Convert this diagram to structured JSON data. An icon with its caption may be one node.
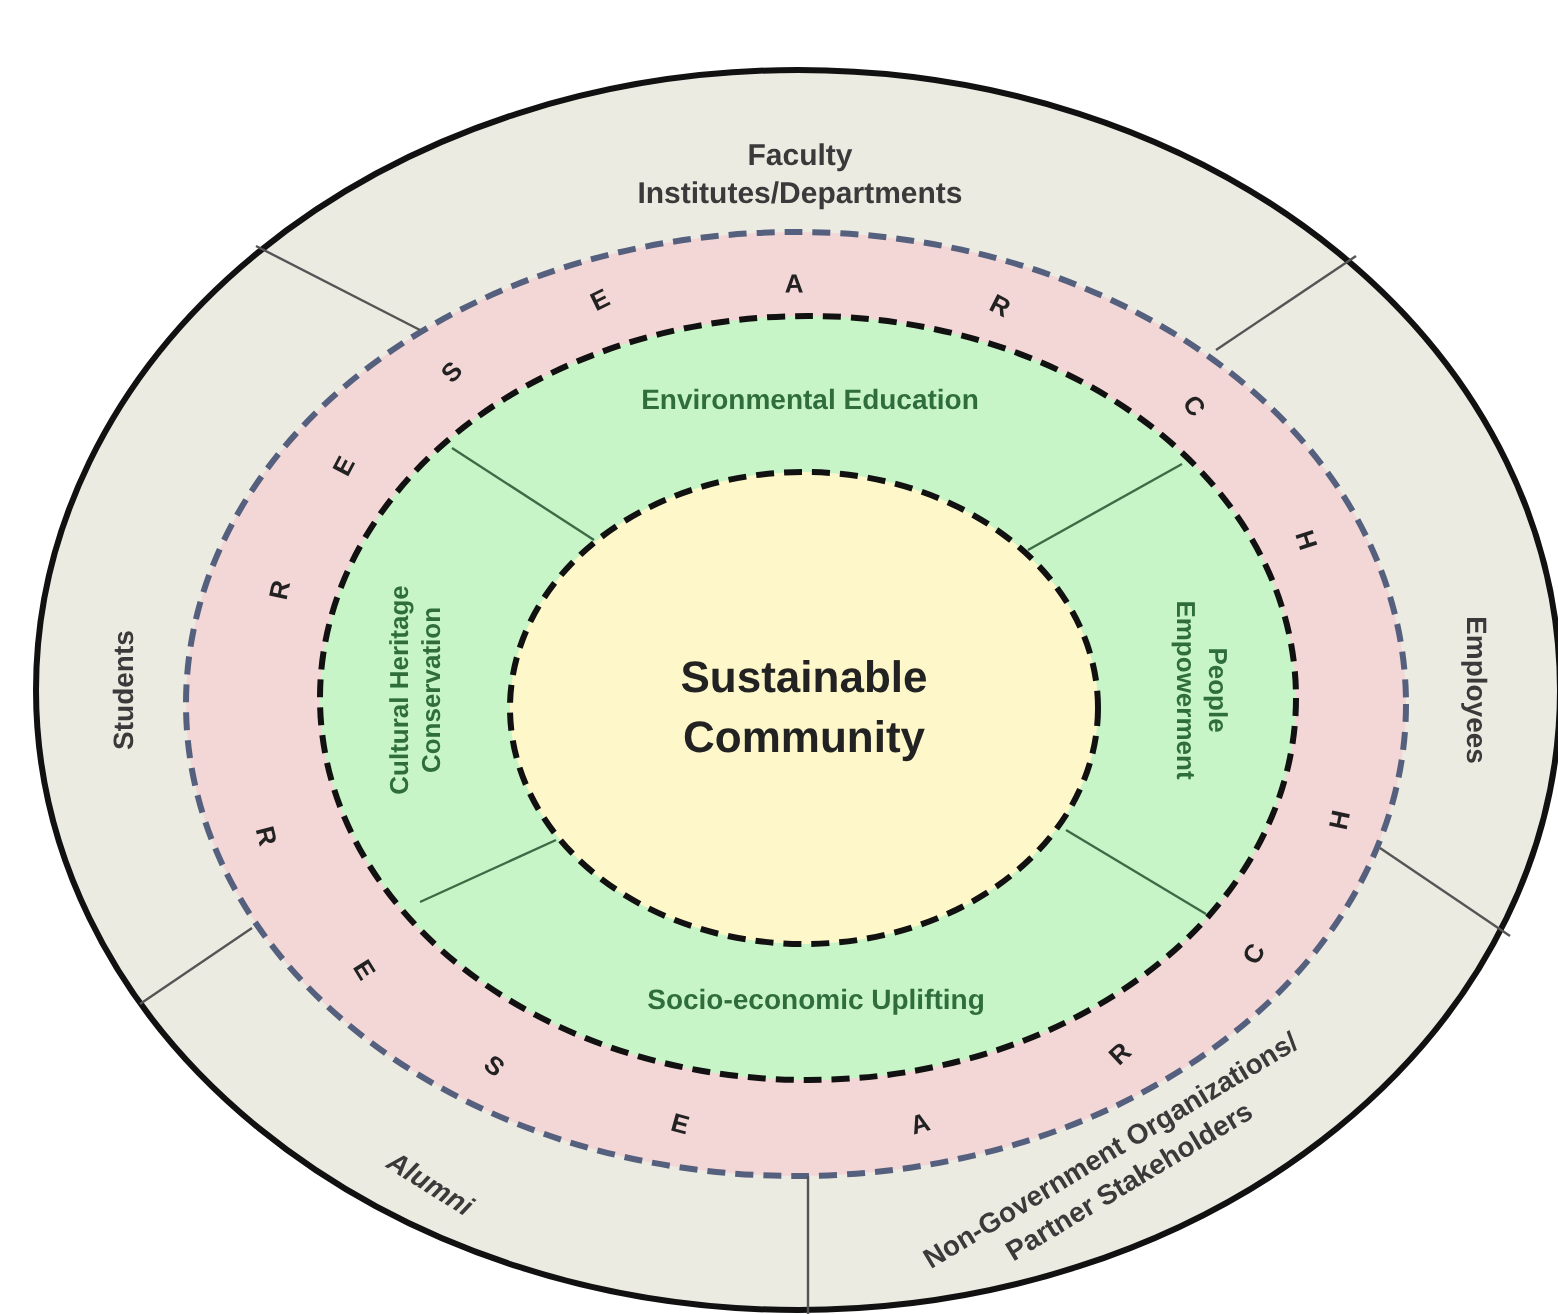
{
  "diagram": {
    "nodes": [
      {
        "text": [
          "Faculty Institutes/Departments"
        ]
      },
      {
        "text": [
          "Students"
        ]
      },
      {
        "text": [
          "Employees"
        ]
      },
      {
        "text": [
          "Alumni"
        ]
      },
      {
        "text": [
          "Non-Government Organizations/ Partner Stakeholders"
        ]
      },
      {
        "text": [
          "R E S E A R C H",
          "R E S E A R C H"
        ]
      },
      {
        "text": [
          "Environmental Education"
        ]
      },
      {
        "text": [
          "Cultural Heritage Conservation"
        ]
      },
      {
        "text": [
          "People Empowerment"
        ]
      },
      {
        "text": [
          "Socio-economic Uplifting"
        ]
      },
      {
        "text": [
          "Sustainable Community"
        ]
      }
    ]
  }
}
